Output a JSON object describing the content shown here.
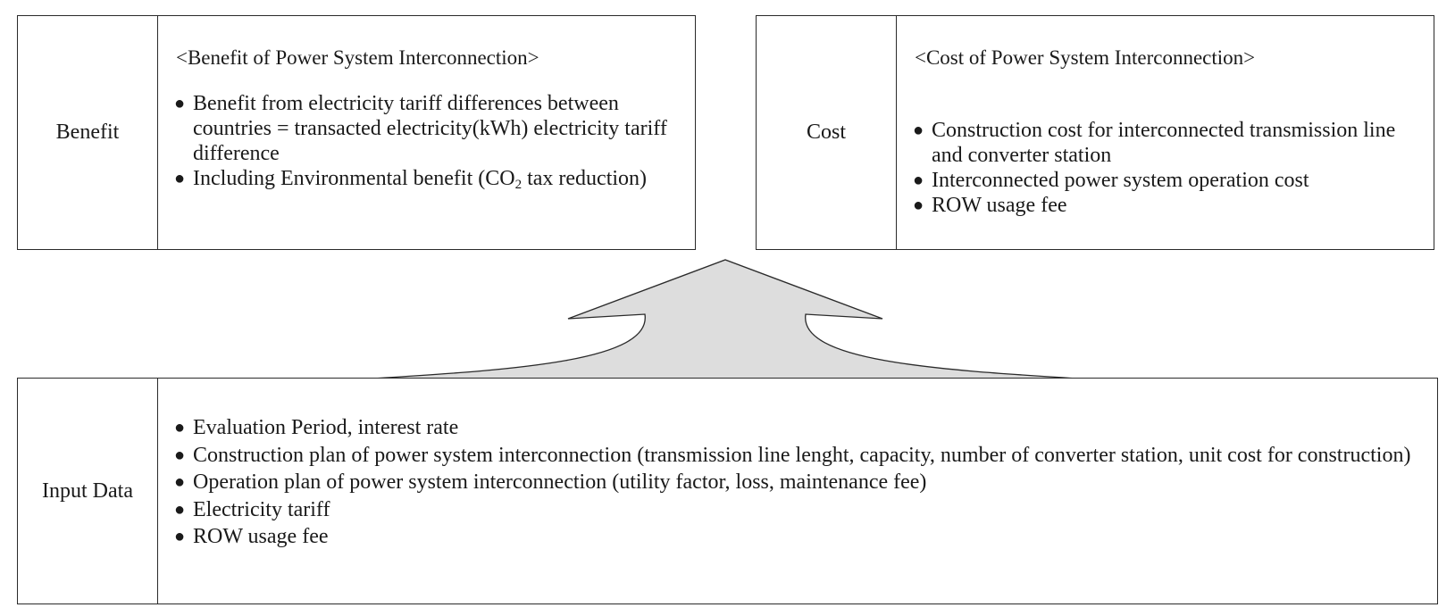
{
  "benefit": {
    "label": "Benefit",
    "heading": "<Benefit of Power System Interconnection>",
    "items": [
      {
        "text": "Benefit from electricity tariff differences between countries = transacted electricity(kWh) electricity tariff difference"
      },
      {
        "pre": "Including Environmental benefit (CO",
        "sub": "2",
        "post": " tax reduction)"
      }
    ]
  },
  "cost": {
    "label": "Cost",
    "heading": "<Cost of Power System Interconnection>",
    "items": [
      "Construction cost for interconnected transmission line and converter station",
      "Interconnected power system operation cost",
      "ROW usage fee"
    ]
  },
  "input": {
    "label": "Input Data",
    "items": [
      "Evaluation Period, interest rate",
      "Construction plan of power system interconnection (transmission line lenght, capacity, number of converter station, unit cost for construction)",
      "Operation plan of power system interconnection (utility factor, loss, maintenance fee)",
      "Electricity tariff",
      "ROW usage fee"
    ]
  },
  "bullet_char": "●",
  "colors": {
    "arrow_fill": "#dddddd",
    "border": "#2a2a2a"
  }
}
